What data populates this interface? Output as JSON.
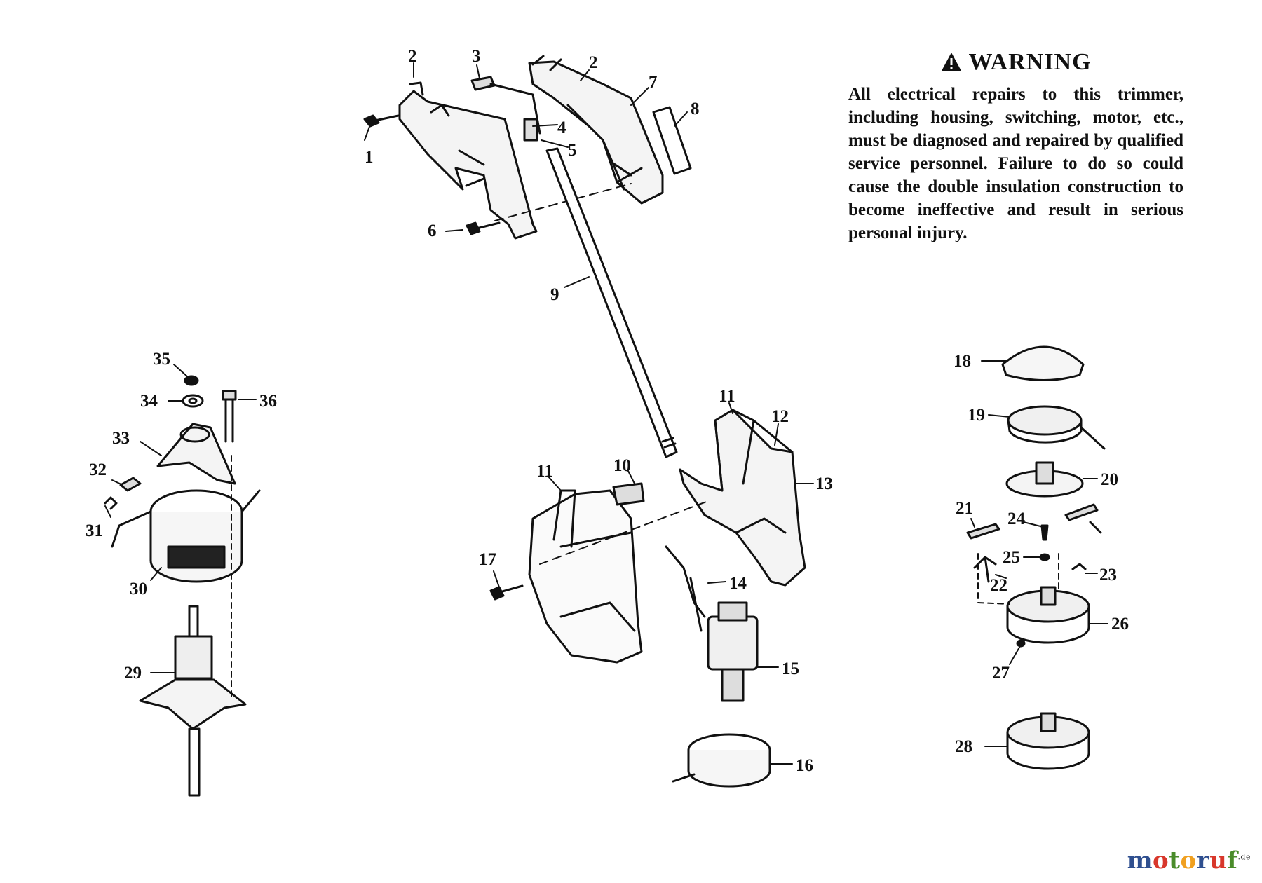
{
  "warning": {
    "icon": "warning-triangle-icon",
    "title": "WARNING",
    "body": "All electrical repairs to this trimmer, including housing, switching, motor, etc., must be diagnosed and repaired by qualified service personnel. Failure to do so could cause the double insulation construction to become ineffective and result in serious personal injury."
  },
  "watermark": {
    "letters": [
      "m",
      "o",
      "t",
      "o",
      "r",
      "u",
      "f"
    ],
    "colors": [
      "#2f4f8f",
      "#d8372b",
      "#4a8c2a",
      "#f0a020",
      "#2f4f8f",
      "#d8372b",
      "#4a8c2a"
    ],
    "suffix": ".de"
  },
  "callouts": [
    "1",
    "2",
    "2",
    "3",
    "4",
    "5",
    "6",
    "7",
    "8",
    "9",
    "10",
    "11",
    "11",
    "12",
    "13",
    "14",
    "15",
    "16",
    "17",
    "18",
    "19",
    "20",
    "21",
    "22",
    "23",
    "24",
    "25",
    "26",
    "27",
    "28",
    "29",
    "30",
    "31",
    "32",
    "33",
    "34",
    "35",
    "36"
  ]
}
